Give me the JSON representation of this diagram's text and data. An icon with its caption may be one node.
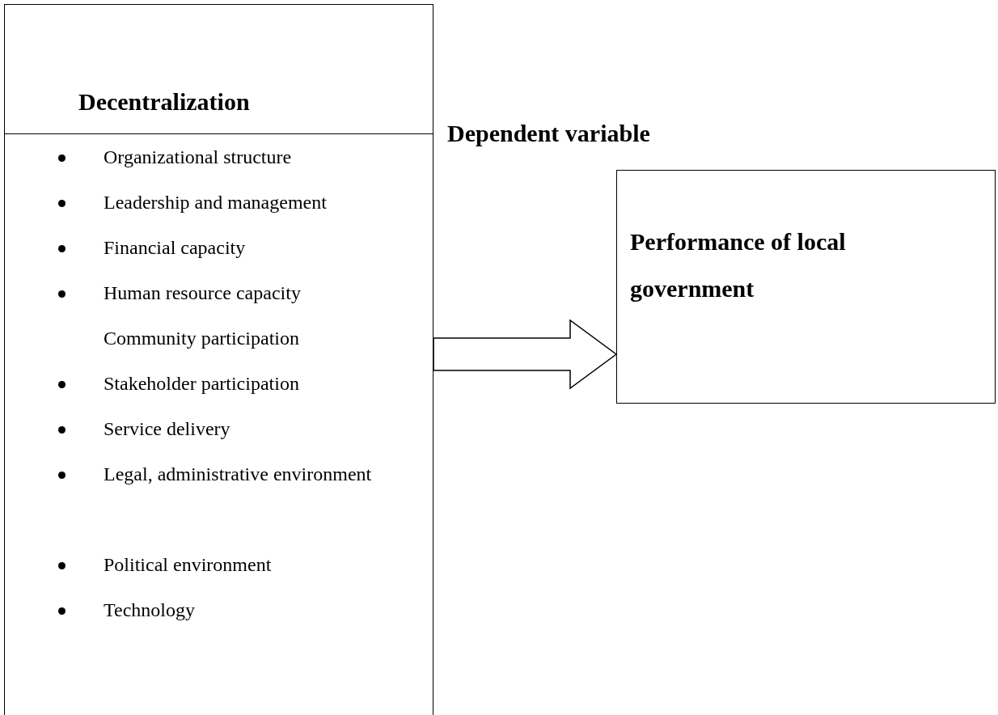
{
  "diagram": {
    "nodes": [
      {
        "text": [
          "Decentralization",
          "Organizational structure",
          "Leadership and management",
          "Financial capacity",
          "Human resource capacity Community participation",
          "Stakeholder participation",
          "Service delivery",
          "Legal, administrative environment",
          "Political environment",
          "Technology"
        ]
      },
      {
        "text": [
          "Performance of local government"
        ]
      }
    ],
    "edges": [
      {
        "from": 0,
        "to": 1,
        "arrow": "to"
      }
    ],
    "labels": [
      "Dependent variable"
    ]
  }
}
